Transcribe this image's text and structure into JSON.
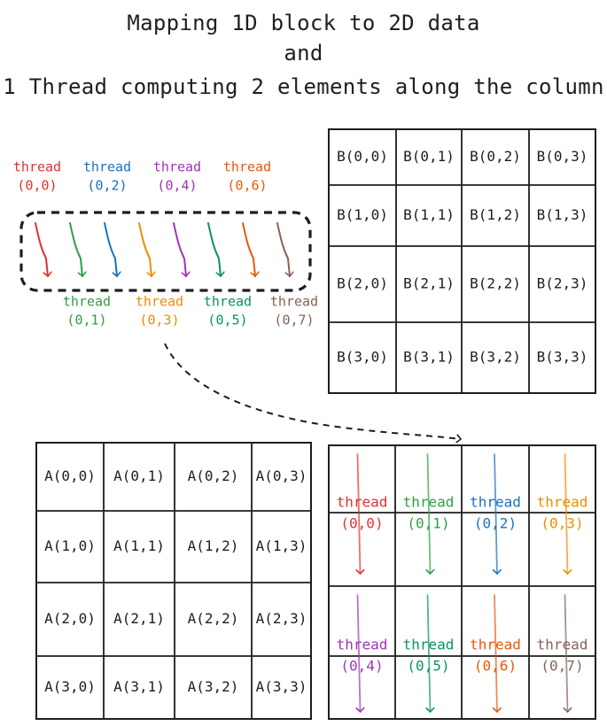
{
  "title": {
    "line1": "Mapping 1D block to 2D data",
    "line2": "and",
    "line3": "1 Thread computing 2 elements along the column"
  },
  "colors": {
    "t0": "#e03131",
    "t1": "#2f9e44",
    "t2": "#1971c2",
    "t3": "#f08c00",
    "t4": "#9c36b5",
    "t5": "#099268",
    "t6": "#e8590c",
    "t7": "#846358"
  },
  "threads_top": [
    {
      "word": "thread",
      "index": "(0,0)",
      "color_key": "t0"
    },
    {
      "word": "thread",
      "index": "(0,2)",
      "color_key": "t2"
    },
    {
      "word": "thread",
      "index": "(0,4)",
      "color_key": "t4"
    },
    {
      "word": "thread",
      "index": "(0,6)",
      "color_key": "t6"
    }
  ],
  "threads_bottom": [
    {
      "word": "thread",
      "index": "(0,1)",
      "color_key": "t1"
    },
    {
      "word": "thread",
      "index": "(0,3)",
      "color_key": "t3"
    },
    {
      "word": "thread",
      "index": "(0,5)",
      "color_key": "t5"
    },
    {
      "word": "thread",
      "index": "(0,7)",
      "color_key": "t7"
    }
  ],
  "warp_arrow_colors": [
    "t0",
    "t1",
    "t2",
    "t3",
    "t4",
    "t5",
    "t6",
    "t7"
  ],
  "matrix_b": [
    [
      "B(0,0)",
      "B(0,1)",
      "B(0,2)",
      "B(0,3)"
    ],
    [
      "B(1,0)",
      "B(1,1)",
      "B(1,2)",
      "B(1,3)"
    ],
    [
      "B(2,0)",
      "B(2,1)",
      "B(2,2)",
      "B(2,3)"
    ],
    [
      "B(3,0)",
      "B(3,1)",
      "B(3,2)",
      "B(3,3)"
    ]
  ],
  "matrix_a": [
    [
      "A(0,0)",
      "A(0,1)",
      "A(0,2)",
      "A(0,3)"
    ],
    [
      "A(1,0)",
      "A(1,1)",
      "A(1,2)",
      "A(1,3)"
    ],
    [
      "A(2,0)",
      "A(2,1)",
      "A(2,2)",
      "A(2,3)"
    ],
    [
      "A(3,0)",
      "A(3,1)",
      "A(3,2)",
      "A(3,3)"
    ]
  ],
  "matrix_c_threads": [
    [
      {
        "word": "thread",
        "index": "(0,0)",
        "color_key": "t0"
      },
      {
        "word": "thread",
        "index": "(0,1)",
        "color_key": "t1"
      },
      {
        "word": "thread",
        "index": "(0,2)",
        "color_key": "t2"
      },
      {
        "word": "thread",
        "index": "(0,3)",
        "color_key": "t3"
      }
    ],
    [
      {
        "word": "thread",
        "index": "(0,4)",
        "color_key": "t4"
      },
      {
        "word": "thread",
        "index": "(0,5)",
        "color_key": "t5"
      },
      {
        "word": "thread",
        "index": "(0,6)",
        "color_key": "t6"
      },
      {
        "word": "thread",
        "index": "(0,7)",
        "color_key": "t7"
      }
    ]
  ]
}
